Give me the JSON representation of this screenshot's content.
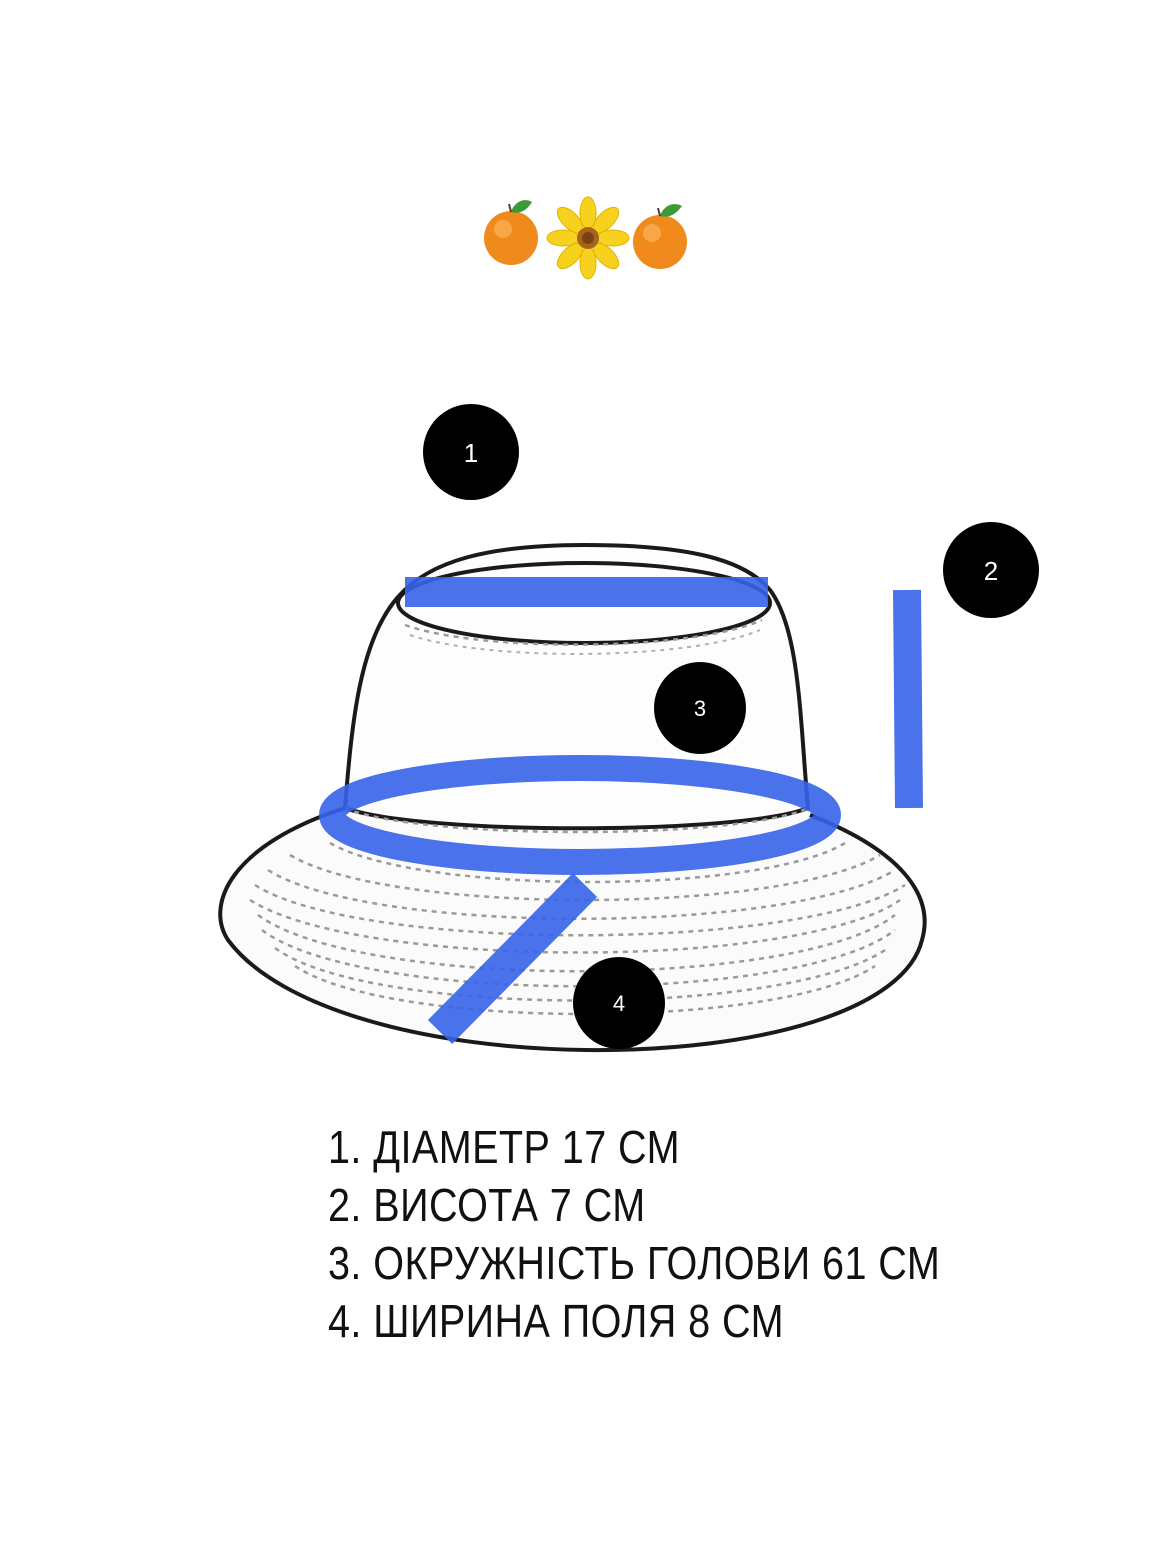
{
  "decor": {
    "icons": [
      {
        "name": "orange-icon",
        "color": "#f08a1c"
      },
      {
        "name": "flower-icon",
        "color": "#f6d21e"
      },
      {
        "name": "orange-icon",
        "color": "#f08a1c"
      }
    ]
  },
  "colors": {
    "measure_line": "#3563e9",
    "marker_fill": "#000000",
    "outline": "#1a1a1a"
  },
  "markers": [
    {
      "id": "1",
      "label": "1"
    },
    {
      "id": "2",
      "label": "2"
    },
    {
      "id": "3",
      "label": "3"
    },
    {
      "id": "4",
      "label": "4"
    }
  ],
  "legend": [
    {
      "text": "1. ДІАМЕТР 17 СМ"
    },
    {
      "text": "2. ВИСОТА 7 СМ"
    },
    {
      "text": "3. ОКРУЖНІСТЬ ГОЛОВИ 61 СМ"
    },
    {
      "text": "4. ШИРИНА ПОЛЯ 8 СМ"
    }
  ]
}
